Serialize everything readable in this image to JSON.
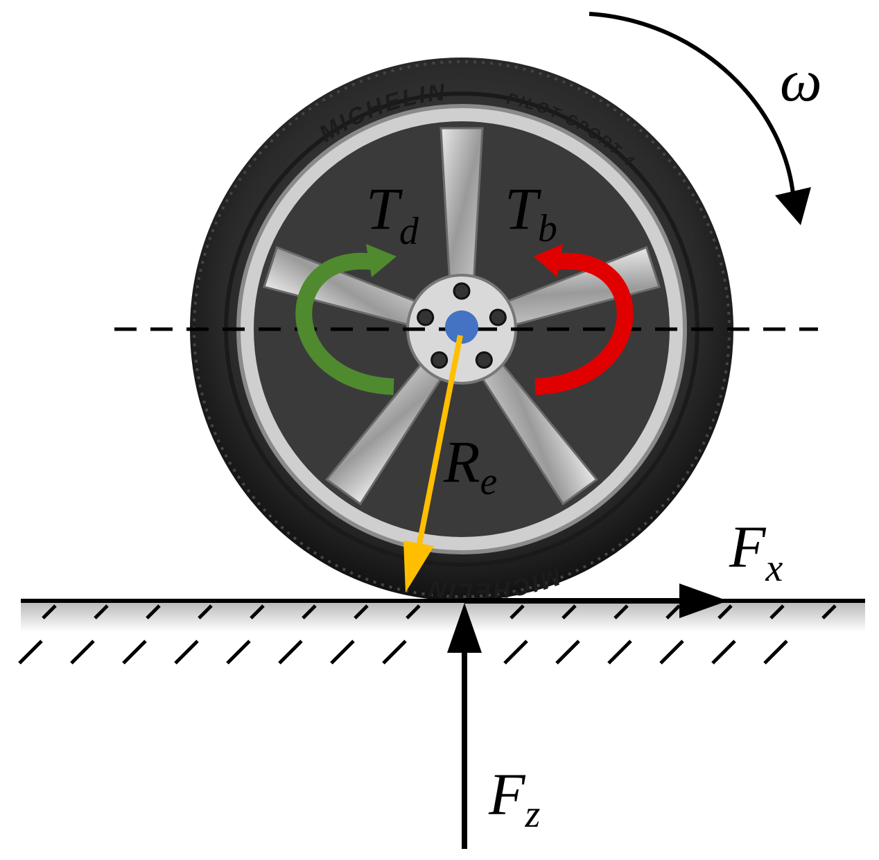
{
  "labels": {
    "omega": "ω",
    "drive_torque": {
      "base": "T",
      "sub": "d"
    },
    "brake_torque": {
      "base": "T",
      "sub": "b"
    },
    "effective_radius": {
      "base": "R",
      "sub": "e"
    },
    "longitudinal_force": {
      "base": "F",
      "sub": "x"
    },
    "vertical_force": {
      "base": "F",
      "sub": "z"
    }
  },
  "tire_branding": {
    "brand": "MICHELIN",
    "model": "PILOT SPORT 4"
  },
  "colors": {
    "drive_torque_arrow": "#4f8a2e",
    "brake_torque_arrow": "#e00000",
    "radius_arrow": "#ffbf00",
    "hub_center": "#4472c4",
    "force_arrows": "#000000"
  }
}
